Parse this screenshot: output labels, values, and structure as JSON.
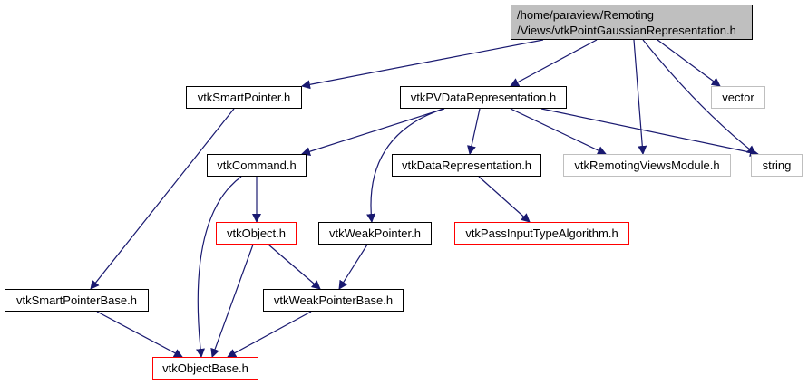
{
  "diagram": {
    "type": "include-dependency-graph",
    "nodes": [
      {
        "id": "root",
        "lines": [
          "/home/paraview/Remoting",
          "/Views/vtkPointGaussianRepresentation.h"
        ],
        "style": "root"
      },
      {
        "id": "vtkSmartPointer",
        "label": "vtkSmartPointer.h",
        "style": "black"
      },
      {
        "id": "vtkPVDataRepresentation",
        "label": "vtkPVDataRepresentation.h",
        "style": "black"
      },
      {
        "id": "vector",
        "label": "vector",
        "style": "gray"
      },
      {
        "id": "vtkCommand",
        "label": "vtkCommand.h",
        "style": "black"
      },
      {
        "id": "vtkDataRepresentation",
        "label": "vtkDataRepresentation.h",
        "style": "black"
      },
      {
        "id": "vtkRemotingViewsModule",
        "label": "vtkRemotingViewsModule.h",
        "style": "gray"
      },
      {
        "id": "string",
        "label": "string",
        "style": "gray"
      },
      {
        "id": "vtkObject",
        "label": "vtkObject.h",
        "style": "red"
      },
      {
        "id": "vtkWeakPointer",
        "label": "vtkWeakPointer.h",
        "style": "black"
      },
      {
        "id": "vtkPassInputTypeAlgorithm",
        "label": "vtkPassInputTypeAlgorithm.h",
        "style": "red"
      },
      {
        "id": "vtkSmartPointerBase",
        "label": "vtkSmartPointerBase.h",
        "style": "black"
      },
      {
        "id": "vtkWeakPointerBase",
        "label": "vtkWeakPointerBase.h",
        "style": "black"
      },
      {
        "id": "vtkObjectBase",
        "label": "vtkObjectBase.h",
        "style": "red"
      }
    ],
    "edges": [
      [
        "root",
        "vtkSmartPointer"
      ],
      [
        "root",
        "vtkPVDataRepresentation"
      ],
      [
        "root",
        "vtkRemotingViewsModule"
      ],
      [
        "root",
        "string"
      ],
      [
        "root",
        "vector"
      ],
      [
        "vtkSmartPointer",
        "vtkSmartPointerBase"
      ],
      [
        "vtkPVDataRepresentation",
        "vtkCommand"
      ],
      [
        "vtkPVDataRepresentation",
        "vtkDataRepresentation"
      ],
      [
        "vtkPVDataRepresentation",
        "vtkWeakPointer"
      ],
      [
        "vtkPVDataRepresentation",
        "vtkRemotingViewsModule"
      ],
      [
        "vtkPVDataRepresentation",
        "string"
      ],
      [
        "vtkCommand",
        "vtkObject"
      ],
      [
        "vtkCommand",
        "vtkObjectBase"
      ],
      [
        "vtkDataRepresentation",
        "vtkPassInputTypeAlgorithm"
      ],
      [
        "vtkObject",
        "vtkWeakPointerBase"
      ],
      [
        "vtkObject",
        "vtkObjectBase"
      ],
      [
        "vtkWeakPointer",
        "vtkWeakPointerBase"
      ],
      [
        "vtkSmartPointerBase",
        "vtkObjectBase"
      ],
      [
        "vtkWeakPointerBase",
        "vtkObjectBase"
      ]
    ],
    "colors": {
      "edge": "#191970",
      "root_fill": "#bfbfbf",
      "normal_border": "#000000",
      "truncated_border": "#ff0000",
      "external_border": "#bfbfbf"
    }
  }
}
